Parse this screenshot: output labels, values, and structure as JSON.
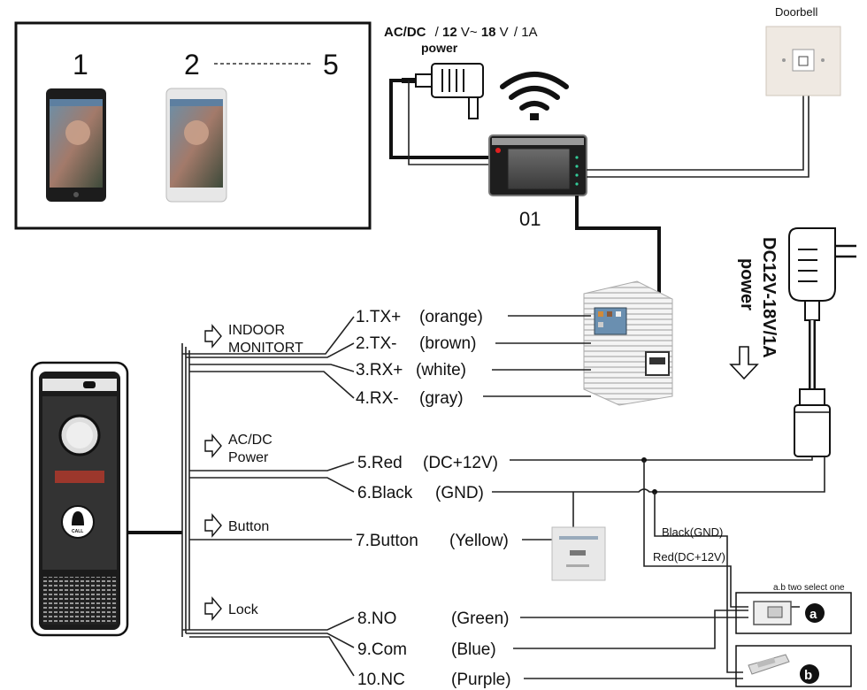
{
  "phones": {
    "label_one": "1",
    "label_two": "2",
    "label_five": "5"
  },
  "power_top": {
    "line1_prefix": "AC/DC",
    "line1_sep1": "/",
    "line1_v1": "12",
    "line1_v1_unit": "V~",
    "line1_v2": "18",
    "line1_v2_unit": "V",
    "line1_sep2": "/",
    "line1_amp": "1A",
    "line2": "power"
  },
  "monitor_label": "01",
  "doorbell_label": "Doorbell",
  "power_right": {
    "line1": "DC12V-18V/1A",
    "line2": "power"
  },
  "sections": {
    "indoor_line1": "INDOOR",
    "indoor_line2": "MONITORT",
    "acdc_line1": "AC/DC",
    "acdc_line2": "Power",
    "button": "Button",
    "lock": "Lock"
  },
  "wires": [
    {
      "name": "1.TX+",
      "color": "(orange)"
    },
    {
      "name": "2.TX-",
      "color": "(brown)"
    },
    {
      "name": "3.RX+",
      "color": "(white)"
    },
    {
      "name": "4.RX-",
      "color": "(gray)"
    },
    {
      "name": "5.Red",
      "color": "(DC+12V)"
    },
    {
      "name": "6.Black",
      "color": "(GND)"
    },
    {
      "name": "7.Button",
      "color": "(Yellow)"
    },
    {
      "name": "8.NO",
      "color": "(Green)"
    },
    {
      "name": "9.Com",
      "color": "(Blue)"
    },
    {
      "name": "10.NC",
      "color": "(Purple)"
    }
  ],
  "lock_labels": {
    "black_gnd": "Black(GND)",
    "red_dc": "Red(DC+12V)",
    "select_note": "a.b two select one",
    "option_a": "a",
    "option_b": "b"
  },
  "outdoor_unit": {
    "call_text": "CALL"
  },
  "colors": {
    "outdoor_red": "#c0392b",
    "wire": "#222222",
    "monitor_led": "#e02020"
  }
}
